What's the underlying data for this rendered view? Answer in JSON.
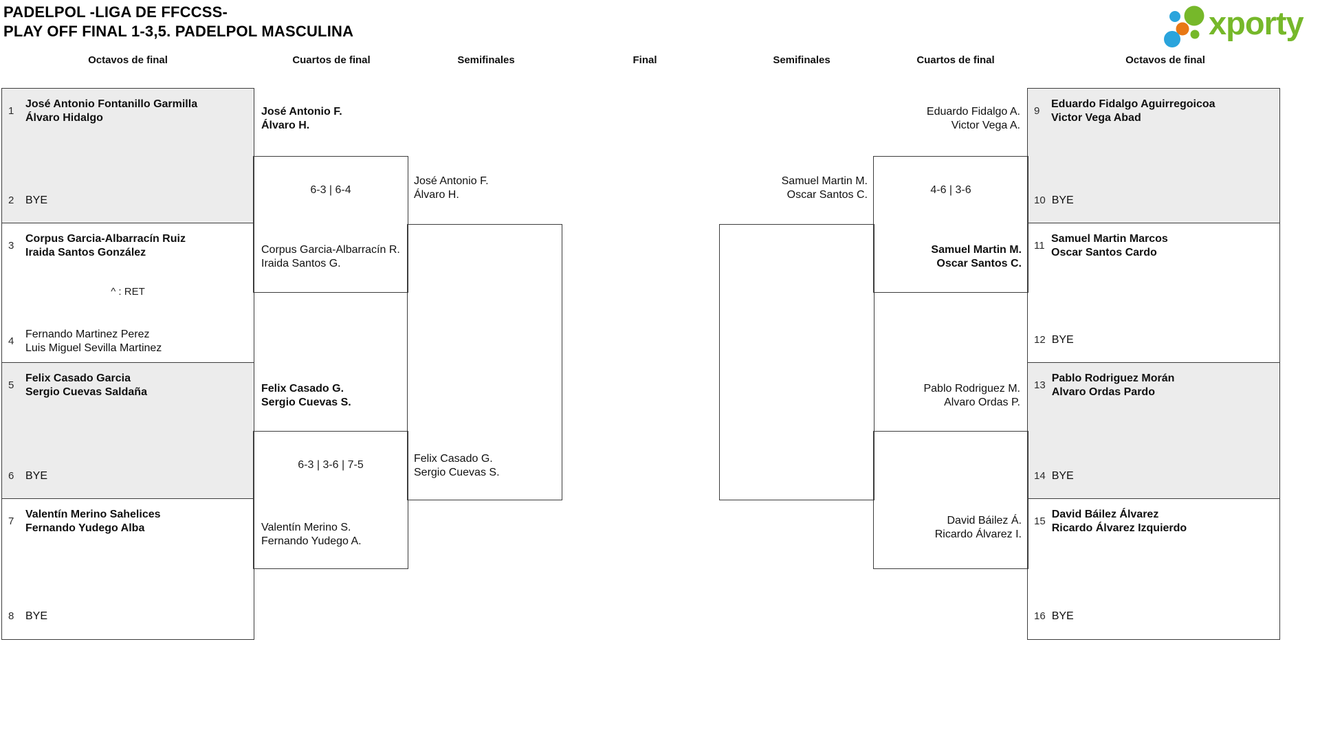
{
  "title": {
    "line1": "PADELPOL -LIGA DE FFCCSS-",
    "line2": "PLAY OFF FINAL 1-3,5. PADELPOL MASCULINA"
  },
  "logo": {
    "text": "xporty",
    "green": "#76b82a",
    "blue": "#2aa4dc",
    "orange": "#e87815"
  },
  "colors": {
    "box_fill": "#ececec",
    "border": "#3c3c3c"
  },
  "rounds": {
    "octavos_left": "Octavos de final",
    "cuartos_left": "Cuartos de final",
    "semis_left": "Semifinales",
    "final": "Final",
    "semis_right": "Semifinales",
    "cuartos_right": "Cuartos de final",
    "octavos_right": "Octavos de final"
  },
  "octavos": {
    "m1": {
      "seed_a": "1",
      "team_a1": "José Antonio Fontanillo Garmilla",
      "team_a2": "Álvaro Hidalgo",
      "seed_b": "2",
      "bye_b": "BYE"
    },
    "m2": {
      "seed_a": "3",
      "team_a1": "Corpus Garcia-Albarracín Ruiz",
      "team_a2": "Iraida Santos González",
      "note": "^ : RET",
      "seed_b": "4",
      "team_b1": "Fernando Martinez Perez",
      "team_b2": "Luis Miguel Sevilla Martinez"
    },
    "m3": {
      "seed_a": "5",
      "team_a1": "Felix Casado Garcia",
      "team_a2": "Sergio Cuevas Saldaña",
      "seed_b": "6",
      "bye_b": "BYE"
    },
    "m4": {
      "seed_a": "7",
      "team_a1": "Valentín Merino Sahelices",
      "team_a2": "Fernando Yudego Alba",
      "seed_b": "8",
      "bye_b": "BYE"
    },
    "m5": {
      "seed_a": "9",
      "team_a1": "Eduardo Fidalgo Aguirregoicoa",
      "team_a2": "Victor Vega Abad",
      "seed_b": "10",
      "bye_b": "BYE"
    },
    "m6": {
      "seed_a": "11",
      "team_a1": "Samuel Martin Marcos",
      "team_a2": "Oscar Santos Cardo",
      "seed_b": "12",
      "bye_b": "BYE"
    },
    "m7": {
      "seed_a": "13",
      "team_a1": "Pablo Rodriguez Morán",
      "team_a2": "Alvaro Ordas Pardo",
      "seed_b": "14",
      "bye_b": "BYE"
    },
    "m8": {
      "seed_a": "15",
      "team_a1": "David Báilez Álvarez",
      "team_a2": "Ricardo Álvarez Izquierdo",
      "seed_b": "16",
      "bye_b": "BYE"
    }
  },
  "cuartos": {
    "q1": {
      "top1": "José Antonio F.",
      "top2": "Álvaro H.",
      "score": "6-3 | 6-4",
      "bottom1": "Corpus Garcia-Albarracín R.",
      "bottom2": "Iraida Santos G."
    },
    "q2": {
      "top1": "Felix Casado G.",
      "top2": "Sergio Cuevas S.",
      "score": "6-3 | 3-6 | 7-5",
      "bottom1": "Valentín Merino S.",
      "bottom2": "Fernando Yudego A."
    },
    "q3": {
      "top1": "Eduardo Fidalgo A.",
      "top2": "Victor Vega A.",
      "score": "4-6 | 3-6",
      "bottom1": "Samuel Martin M.",
      "bottom2": "Oscar Santos C."
    },
    "q4": {
      "top1": "Pablo Rodriguez M.",
      "top2": "Alvaro Ordas P.",
      "bottom1": "David Báilez Á.",
      "bottom2": "Ricardo Álvarez I."
    }
  },
  "semis": {
    "s1": {
      "top1": "José Antonio F.",
      "top2": "Álvaro H.",
      "bottom1": "Felix Casado G.",
      "bottom2": "Sergio Cuevas S."
    },
    "s2": {
      "top1": "Samuel Martin M.",
      "top2": "Oscar Santos C."
    }
  }
}
